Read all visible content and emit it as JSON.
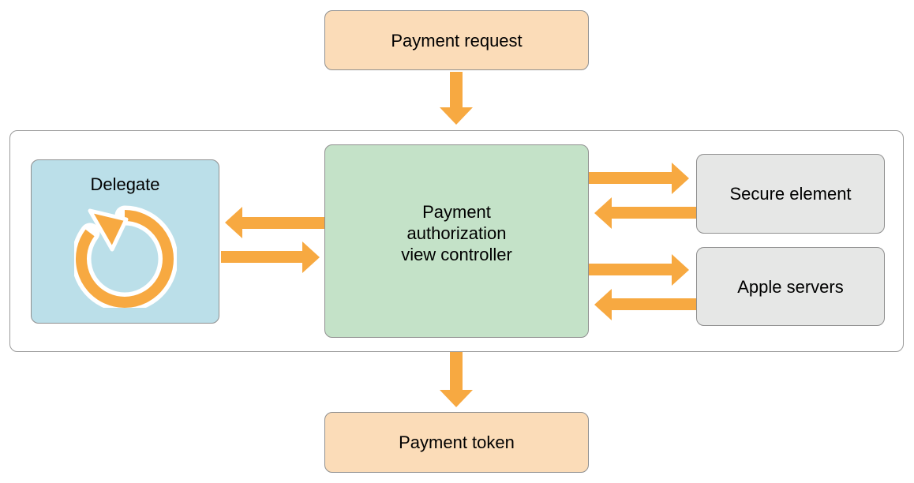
{
  "diagram": {
    "payment_request_label": "Payment request",
    "payment_token_label": "Payment token",
    "controller_label": "Payment\nauthorization\nview controller",
    "delegate_label": "Delegate",
    "secure_element_label": "Secure element",
    "apple_servers_label": "Apple servers"
  },
  "colors": {
    "arrow": "#f7a941",
    "request_token_fill": "#fbdcb8",
    "controller_fill": "#c4e2c8",
    "delegate_fill": "#bbdfe9",
    "external_fill": "#e6e7e6",
    "border": "#8f8f8f"
  },
  "icons": {
    "delegate": "refresh-cycle-icon"
  },
  "edges": [
    {
      "from": "Payment request",
      "to": "Payment authorization view controller"
    },
    {
      "from": "Payment authorization view controller",
      "to": "Payment token"
    },
    {
      "from": "Payment authorization view controller",
      "to": "Delegate"
    },
    {
      "from": "Delegate",
      "to": "Payment authorization view controller"
    },
    {
      "from": "Payment authorization view controller",
      "to": "Secure element"
    },
    {
      "from": "Secure element",
      "to": "Payment authorization view controller"
    },
    {
      "from": "Payment authorization view controller",
      "to": "Apple servers"
    },
    {
      "from": "Apple servers",
      "to": "Payment authorization view controller"
    }
  ]
}
